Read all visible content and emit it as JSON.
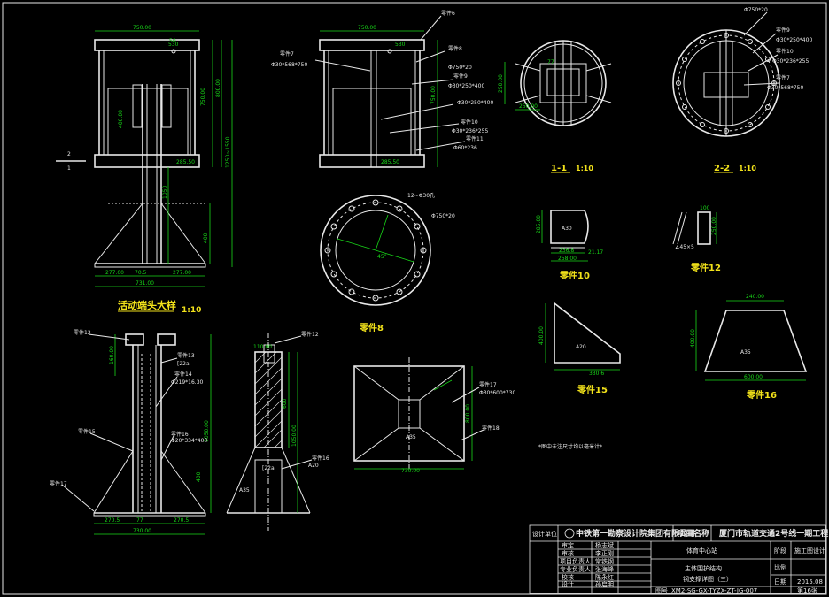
{
  "drawing": {
    "main_view_title": "活动端头大样",
    "main_view_scale": "1:10",
    "part8_label": "零件8",
    "part10_label": "零件10",
    "part12_label": "零件12",
    "part15_label": "零件15",
    "part16_label": "零件16",
    "section1_label": "1-1",
    "section1_scale": "1:10",
    "section2_label": "2-2",
    "section2_scale": "1:10",
    "note": "*图中未注尺寸均以毫米计*",
    "section_mark_top": "2",
    "section_mark_bottom": "1"
  },
  "dimensions": {
    "top_width": "750.00",
    "d530": "530",
    "d800": "800.00",
    "d750v": "750.00",
    "d1250": "1250~1550",
    "d1050": "1050",
    "d400": "400",
    "d400b": "400.00",
    "d285": "285.50",
    "d277l": "277.00",
    "d70_5": "70.5",
    "d277r": "277.00",
    "d731": "731.00",
    "d50": "50",
    "d800b": "800",
    "d600": "600",
    "d1050b": "1050.00",
    "d270l": "270.5",
    "d77": "77",
    "d270r": "270.5",
    "d730": "730.00",
    "d110": "110.00",
    "d160": "160.00",
    "d150": "150.00",
    "d730p": "730.00",
    "d800p": "800.00",
    "d12": "12~Φ30孔",
    "d45": "45°",
    "d250a": "250.00",
    "d250b": "250.00",
    "d400c": "400.00",
    "d330": "330.6",
    "d240": "240.00",
    "d600p": "600.00",
    "d100": "100",
    "d250c": "250.00",
    "d258": "258.00",
    "d236": "236.8",
    "d285p": "285.00",
    "a30": "A30",
    "a20": "A20",
    "a35": "A35",
    "d21": "21.17",
    "d45x5": "∠45×5"
  },
  "parts": {
    "p6": "零件6",
    "p7": "零件7",
    "p7spec": "Φ30*568*750",
    "p8": "零件8",
    "p8spec": "Φ750*20",
    "p9": "零件9",
    "p9spec": "Φ30*250*400",
    "p10": "零件10",
    "p10spec": "Φ30*236*255",
    "p11": "零件11",
    "p11spec": "Φ60*236",
    "p12": "零件12",
    "p13": "零件13",
    "p13spec": "[22a",
    "p14": "零件14",
    "p14spec": "Φ219*16.30",
    "p15": "零件15",
    "p16": "零件16",
    "p16spec": "Φ20*334*400",
    "p17": "零件17",
    "p17spec": "Φ30*600*730",
    "p18": "零件18",
    "ch22": "[22a",
    "a35": "A35",
    "a20": "A20"
  },
  "title_block": {
    "institute": "中铁第一勘察设计院集团有限公司",
    "project_label": "项目名称",
    "project_name": "厦门市轨道交通2号线一期工程",
    "subproject": "体育中心站",
    "stage_label": "阶段",
    "stage_value": "施工图设计",
    "drawing_name_1": "主体围护结构",
    "drawing_name_2": "钢支撑详图（三）",
    "scale_label": "比例",
    "date_label": "日期",
    "date_value": "2015.08",
    "sheet_label": "图号",
    "sheet_value": "第16张",
    "drawing_no": "XM2-SG-GX-TYZX-ZT-JG-007",
    "roles": [
      {
        "role": "审定",
        "name": "杨志斌"
      },
      {
        "role": "审核",
        "name": "李正刚"
      },
      {
        "role": "项目负责人",
        "name": "常铁钢"
      },
      {
        "role": "专业负责人",
        "name": "张海峰"
      },
      {
        "role": "校核",
        "name": "陈永红"
      },
      {
        "role": "设计",
        "name": "孙启明"
      }
    ],
    "left_labels": [
      "设计单位",
      "审定",
      "审核",
      "项目负责人",
      "专业负责人",
      "校核",
      "设计"
    ]
  }
}
